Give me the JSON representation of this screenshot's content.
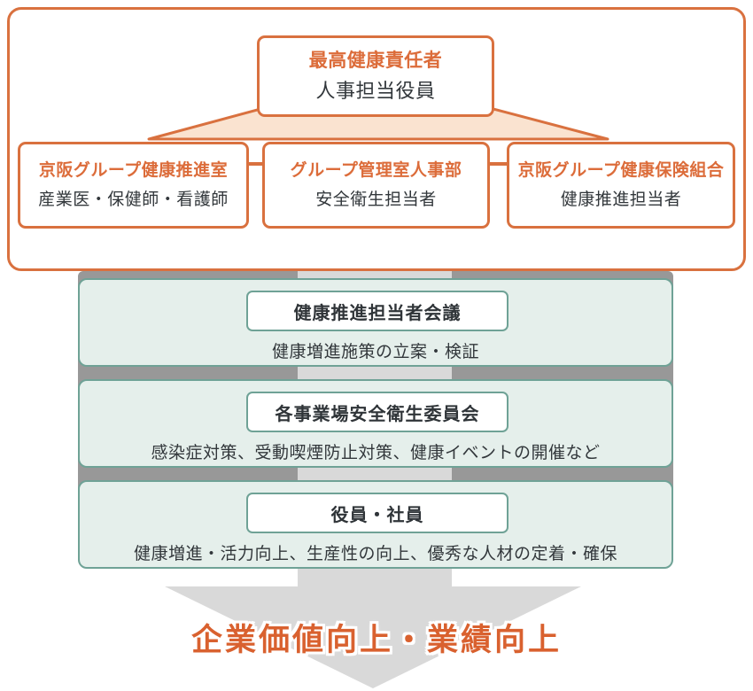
{
  "colors": {
    "orange_accent": "#dc6c3a",
    "orange_border": "#d9713f",
    "peach_fill": "#fae3d0",
    "teal_border": "#6fa296",
    "teal_fill": "#e5efeb",
    "dark_text": "#32373b",
    "gray_backing": "#989898",
    "gray_arrow": "#d9d9d9",
    "outcome_orange": "#d9612f"
  },
  "org_chart": {
    "top_box": {
      "title": "最高健康責任者",
      "subtitle": "人事担当役員"
    },
    "departments": [
      {
        "title": "京阪グループ健康推進室",
        "subtitle": "産業医・保健師・看護師"
      },
      {
        "title": "グループ管理室人事部",
        "subtitle": "安全衛生担当者"
      },
      {
        "title": "京阪グループ健康保険組合",
        "subtitle": "健康推進担当者"
      }
    ]
  },
  "levels": [
    {
      "title": "健康推進担当者会議",
      "description": "健康増進施策の立案・検証"
    },
    {
      "title": "各事業場安全衛生委員会",
      "description": "感染症対策、受動喫煙防止対策、健康イベントの開催など"
    },
    {
      "title": "役員・社員",
      "description": "健康増進・活力向上、生産性の向上、優秀な人材の定着・確保"
    }
  ],
  "outcome": {
    "label": "企業価値向上・業績向上"
  }
}
